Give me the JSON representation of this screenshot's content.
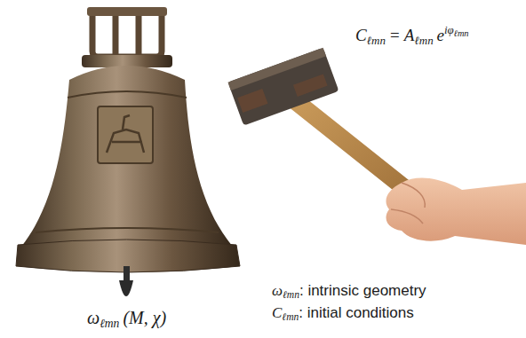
{
  "diagram": {
    "labels": [
      "C",
      "ℓmn",
      "= A",
      "ℓmn",
      "e",
      "iφ",
      "ℓmn",
      "ω",
      "ℓmn",
      "(M, χ)",
      "ω",
      "ℓmn",
      ": intrinsic geometry",
      "C",
      "ℓmn",
      ": initial conditions"
    ]
  }
}
